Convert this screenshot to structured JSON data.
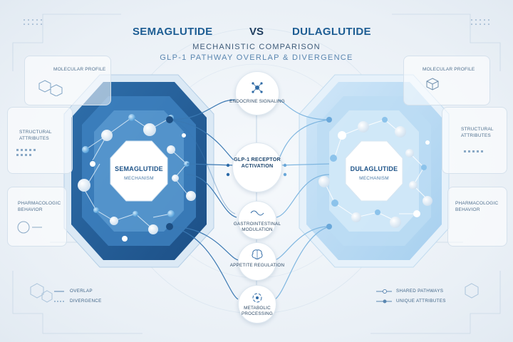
{
  "header": {
    "left_drug": "SEMAGLUTIDE",
    "vs": "VS",
    "right_drug": "DULAGLUTIDE",
    "subtitle": "MECHANISTIC COMPARISON",
    "subtitle2": "GLP-1 PATHWAY OVERLAP & DIVERGENCE"
  },
  "left_panel": {
    "cards": [
      "MOLECULAR PROFILE",
      "STRUCTURAL ATTRIBUTES",
      "PHARMACOLOGIC BEHAVIOR"
    ],
    "hub_title": "SEMAGLUTIDE",
    "hub_subtitle": "MECHANISM"
  },
  "right_panel": {
    "cards": [
      "MOLECULAR PROFILE",
      "STRUCTURAL ATTRIBUTES",
      "PHARMACOLOGIC BEHAVIOR"
    ],
    "hub_title": "DULAGLUTIDE",
    "hub_subtitle": "MECHANISM"
  },
  "center_nodes": [
    {
      "label": "ENDOCRINE SIGNALING",
      "icon": "molecule-icon"
    },
    {
      "label": "GLP-1 RECEPTOR ACTIVATION",
      "icon": "none"
    },
    {
      "label": "GASTROINTESTINAL MODULATION",
      "icon": "wave-icon"
    },
    {
      "label": "APPETITE REGULATION",
      "icon": "brain-icon"
    },
    {
      "label": "METABOLIC PROCESSING",
      "icon": "cycle-icon"
    }
  ],
  "legend_left": [
    "OVERLAP",
    "DIVERGENCE"
  ],
  "legend_right": [
    "SHARED PATHWAYS",
    "UNIQUE ATTRIBUTES"
  ],
  "colors": {
    "accent_dark": "#1f5a92",
    "accent_mid": "#3f86c4",
    "accent_light": "#a9d1f0",
    "background": "#eef3f8"
  }
}
